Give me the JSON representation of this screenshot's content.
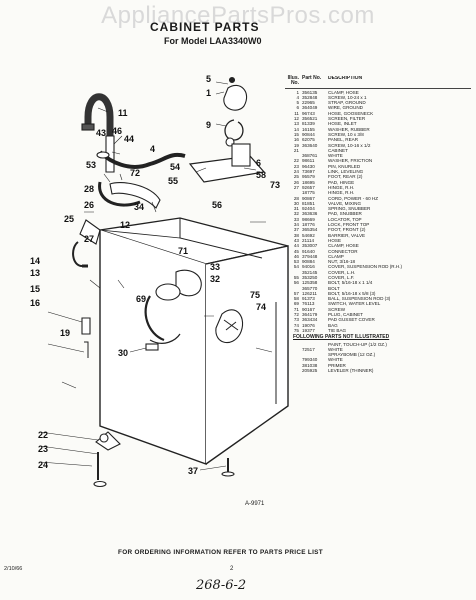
{
  "watermark": "AppliancePartsPros.com",
  "title": "CABINET PARTS",
  "subtitle": "For Model LAA3340W0",
  "table": {
    "header": {
      "ref": "Illus. No.",
      "part": "Part No.",
      "desc": "DESCRIPTION"
    },
    "rows": [
      [
        "1",
        "356135",
        "CLAMP, HOSE"
      ],
      [
        "4",
        "352848",
        "SCREW, 10-24 x 1"
      ],
      [
        "5",
        "22965",
        "STRAP, GROUND"
      ],
      [
        "6",
        "364049",
        "WIRE, GROUND"
      ],
      [
        "11",
        "96743",
        "HOSE, GOOSENECK"
      ],
      [
        "12",
        "356521",
        "SCREEN, FILTER"
      ],
      [
        "13",
        "81339",
        "HOSE, INLET"
      ],
      [
        "14",
        "16155",
        "WASHER, RUBBER"
      ],
      [
        "15",
        "90844",
        "SCREW, 10 x 3/8"
      ],
      [
        "16",
        "62075",
        "PANEL, REAR"
      ],
      [
        "19",
        "363640",
        "SCREW, 10-16 x 1/2"
      ],
      [
        "21",
        "",
        "CABINET"
      ],
      [
        "",
        "368761",
        "WHITE"
      ],
      [
        "22",
        "98611",
        "WASHER, FRICTION"
      ],
      [
        "23",
        "96430",
        "PIN, KNURLED"
      ],
      [
        "24",
        "73697",
        "LINK, LEVELING"
      ],
      [
        "25",
        "95579",
        "FOOT, REAR (2)"
      ],
      [
        "26",
        "18695",
        "PAD, HINGE"
      ],
      [
        "27",
        "92657",
        "HINGE, R.H."
      ],
      [
        "",
        "18775",
        "HINGE, R.H."
      ],
      [
        "28",
        "90867",
        "CORD, POWER - 60 HZ"
      ],
      [
        "30",
        "81851",
        "VALVE, MIXING"
      ],
      [
        "31",
        "92404",
        "SPRING, SNUBBER"
      ],
      [
        "32",
        "363636",
        "PAD, SNUBBER"
      ],
      [
        "33",
        "98669",
        "LOCATOR, TOP"
      ],
      [
        "34",
        "18776",
        "LOCK, FRONT TOP"
      ],
      [
        "37",
        "365354",
        "FOOT, FRONT (2)"
      ],
      [
        "38",
        "54692",
        "BARRIER, VALVE"
      ],
      [
        "43",
        "21114",
        "HOSE"
      ],
      [
        "44",
        "353007",
        "CLAMP, HOSE"
      ],
      [
        "45",
        "91640",
        "CONNECTOR"
      ],
      [
        "46",
        "379448",
        "CLAMP"
      ],
      [
        "53",
        "90884",
        "NUT, 3/16-18"
      ],
      [
        "54",
        "94016",
        "COVER, SUSPENSION ROD (R.H.)"
      ],
      [
        "",
        "352145",
        "COVER, L.H."
      ],
      [
        "55",
        "353250",
        "COVER, L.F."
      ],
      [
        "56",
        "125358",
        "BOLT, 5/16-18 x 1 1/4"
      ],
      [
        "",
        "365770",
        "BOLT"
      ],
      [
        "57",
        "126211",
        "BOLT, 5/16-18 x 5/8 (3)"
      ],
      [
        "58",
        "91373",
        "BALL, SUSPENSION ROD (3)"
      ],
      [
        "69",
        "76113",
        "SWITCH, WATER LEVEL"
      ],
      [
        "71",
        "90167",
        "SCREW"
      ],
      [
        "72",
        "364179",
        "PLUG, CABINET"
      ],
      [
        "73",
        "363434",
        "PAD GUSSET COVER"
      ],
      [
        "74",
        "19076",
        "BAG"
      ],
      [
        "75",
        "19377",
        "TIE BAG"
      ]
    ],
    "not_illustrated_label": "FOLLOWING PARTS NOT ILLUSTRATED",
    "not_illustrated": [
      [
        "",
        "",
        "PAINT, TOUCH-UP (1/2 OZ.)"
      ],
      [
        "",
        "72517",
        "WHITE"
      ],
      [
        "",
        "",
        "SPRAYBOMB (12 OZ.)"
      ],
      [
        "",
        "799340",
        "WHITE"
      ],
      [
        "",
        "381038",
        "PRIMER"
      ],
      [
        "",
        "205925",
        "LEVELER (THINNER)"
      ]
    ]
  },
  "callouts": {
    "n5": "5",
    "n1": "1",
    "n9": "9",
    "n11": "11",
    "n43": "43",
    "n46": "46",
    "n44": "44",
    "n4": "4",
    "n53": "53",
    "n72": "72",
    "n6": "6",
    "n54": "54",
    "n55": "55",
    "n58": "58",
    "n73": "73",
    "n56": "56",
    "n28": "28",
    "n26": "26",
    "n34": "34",
    "n25": "25",
    "n12": "12",
    "n27": "27",
    "n71": "71",
    "n33": "33",
    "n32": "32",
    "n14": "14",
    "n13": "13",
    "n15": "15",
    "n16": "16",
    "n69": "69",
    "n75": "75",
    "n74": "74",
    "n19": "19",
    "n30": "30",
    "n22": "22",
    "n23": "23",
    "n24": "24",
    "n37": "37"
  },
  "figure_code": "A-9971",
  "footer": "FOR ORDERING INFORMATION REFER TO PARTS PRICE LIST",
  "doc_code": "2/10/66",
  "page_number": "2",
  "handwritten": "268-6-2"
}
